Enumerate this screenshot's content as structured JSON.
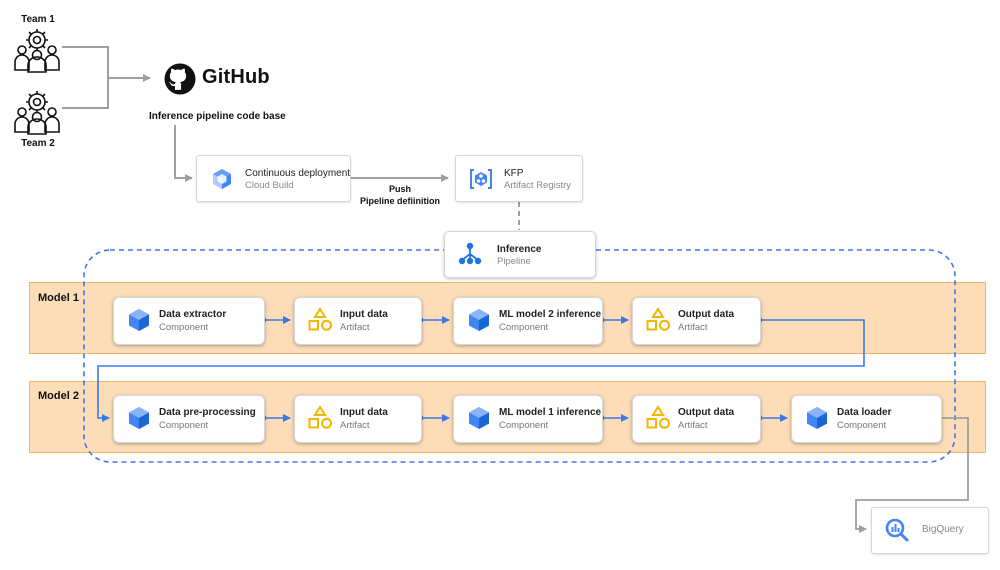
{
  "teams": [
    {
      "label": "Team 1"
    },
    {
      "label": "Team 2"
    }
  ],
  "github": {
    "wordmark": "GitHub",
    "caption": "Inference pipeline code base"
  },
  "cicd": {
    "title": "Continuous deployment",
    "subtitle": "Cloud Build"
  },
  "push": {
    "line1": "Push",
    "line2": "Pipeline defiinition"
  },
  "kfp": {
    "title": "KFP",
    "subtitle": "Artifact Registry"
  },
  "pipeline": {
    "title": "Inference",
    "subtitle": "Pipeline"
  },
  "models": [
    {
      "label": "Model 1",
      "nodes": [
        {
          "title": "Data extractor",
          "subtitle": "Component",
          "icon": "cube-icon"
        },
        {
          "title": "Input data",
          "subtitle": "Artifact",
          "icon": "artifact-shapes-icon"
        },
        {
          "title": "ML model 2 inference",
          "subtitle": "Component",
          "icon": "cube-icon"
        },
        {
          "title": "Output data",
          "subtitle": "Artifact",
          "icon": "artifact-shapes-icon"
        }
      ]
    },
    {
      "label": "Model 2",
      "nodes": [
        {
          "title": "Data pre-processing",
          "subtitle": "Component",
          "icon": "cube-icon"
        },
        {
          "title": "Input data",
          "subtitle": "Artifact",
          "icon": "artifact-shapes-icon"
        },
        {
          "title": "ML model 1 inference",
          "subtitle": "Component",
          "icon": "cube-icon"
        },
        {
          "title": "Output data",
          "subtitle": "Artifact",
          "icon": "artifact-shapes-icon"
        },
        {
          "title": "Data loader",
          "subtitle": "Component",
          "icon": "cube-icon"
        }
      ]
    }
  ],
  "bigquery": {
    "label": "BigQuery"
  },
  "colors": {
    "flow_blue": "#3b78e7",
    "band_fill": "#fcddb8",
    "band_border": "#f2b36b",
    "connector_gray": "#9e9e9e",
    "artifact_yellow": "#f4b400"
  }
}
